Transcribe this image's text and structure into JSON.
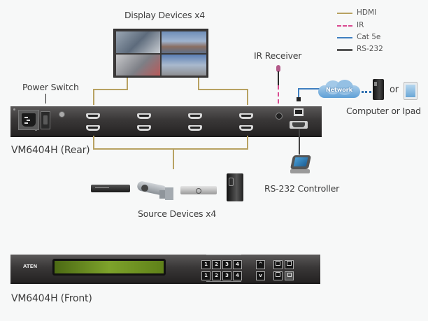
{
  "legend": [
    {
      "label": "HDMI",
      "color": "#b8a262",
      "style": "solid"
    },
    {
      "label": "IR",
      "color": "#d9488f",
      "style": "dashed"
    },
    {
      "label": "Cat 5e",
      "color": "#3f7fc0",
      "style": "solid"
    },
    {
      "label": "RS-232",
      "color": "#555555",
      "style": "solid"
    }
  ],
  "labels": {
    "display_devices": "Display Devices x4",
    "power_switch": "Power Switch",
    "ir_receiver": "IR Receiver",
    "network": "Network",
    "or": "or",
    "computer_or_ipad": "Computer or Ipad",
    "rear_model": "VM6404H (Rear)",
    "rs232_controller": "RS-232 Controller",
    "source_devices": "Source Devices x4",
    "front_model": "VM6404H (Front)"
  },
  "front_panel": {
    "brand": "ATEN",
    "input_keys": [
      "1",
      "2",
      "3",
      "4"
    ],
    "output_keys": [
      "1",
      "2",
      "3",
      "4"
    ],
    "up_key": "^",
    "down_key": "v"
  }
}
